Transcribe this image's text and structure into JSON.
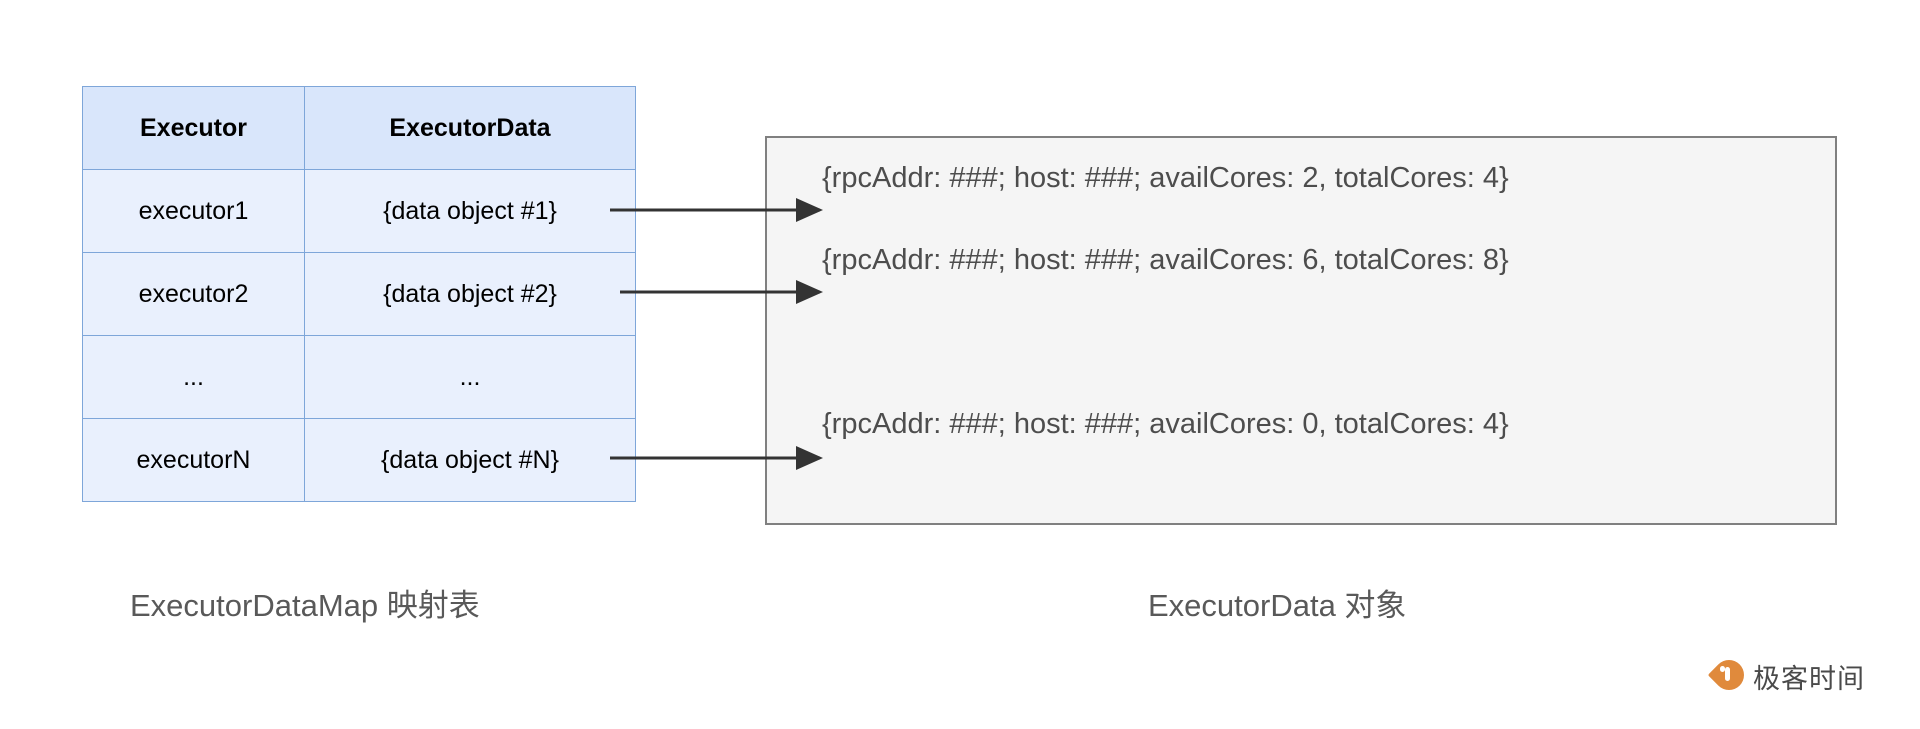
{
  "diagram": {
    "table": {
      "headers": [
        "Executor",
        "ExecutorData"
      ],
      "rows": [
        [
          "executor1",
          "{data object #1}"
        ],
        [
          "executor2",
          "{data object #2}"
        ],
        [
          "...",
          "..."
        ],
        [
          "executorN",
          "{data object #N}"
        ]
      ]
    },
    "panel": {
      "lines": [
        "{rpcAddr: ###; host: ###; availCores: 2, totalCores: 4}",
        "{rpcAddr: ###; host: ###; availCores: 6, totalCores: 8}",
        "{rpcAddr: ###; host: ###; availCores: 0, totalCores: 4}"
      ]
    },
    "captions": {
      "left": "ExecutorDataMap 映射表",
      "right": "ExecutorData 对象"
    },
    "brand": {
      "text": "极客时间"
    },
    "colors": {
      "table_header_bg": "#d9e6fb",
      "table_row_bg": "#e9f0fd",
      "table_border": "#7ea6d9",
      "panel_bg": "#f5f5f5",
      "panel_border": "#808080",
      "arrow": "#333333",
      "caption_text": "#595959",
      "data_text": "#4d4d4d",
      "brand_accent": "#e08a3c"
    }
  }
}
